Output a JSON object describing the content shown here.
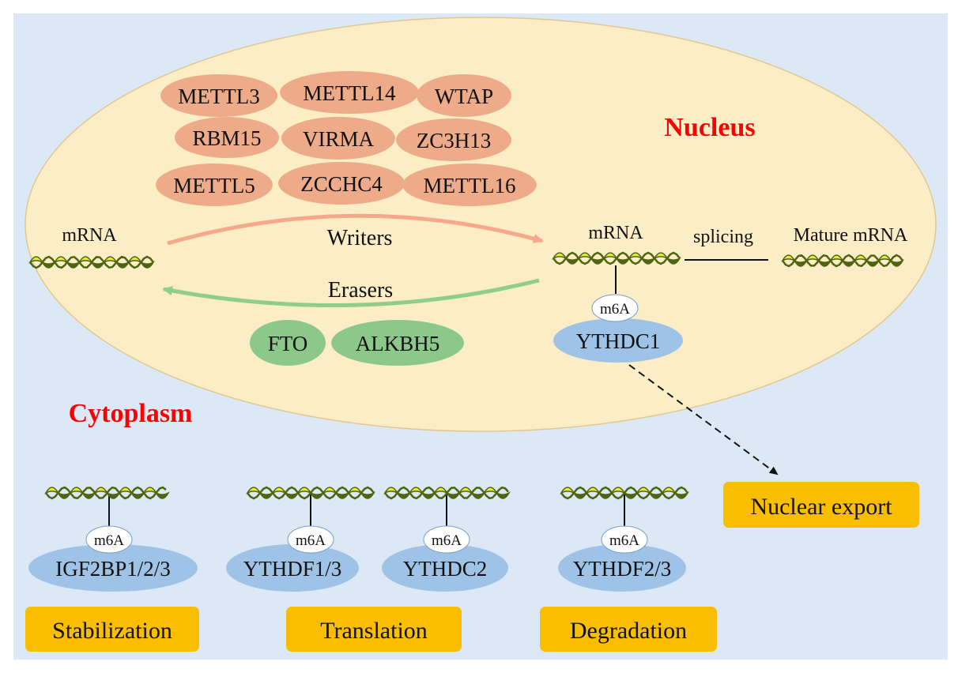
{
  "labels": {
    "nucleus": "Nucleus",
    "cytoplasm": "Cytoplasm",
    "mrna_left": "mRNA",
    "mrna_right": "mRNA",
    "mature_mrna": "Mature mRNA",
    "splicing": "splicing",
    "writers": "Writers",
    "erasers": "Erasers",
    "m6a": "m6A"
  },
  "writer_proteins": [
    "METTL3",
    "METTL14",
    "WTAP",
    "RBM15",
    "VIRMA",
    "ZC3H13",
    "METTL5",
    "ZCCHC4",
    "METTL16"
  ],
  "eraser_proteins": [
    "FTO",
    "ALKBH5"
  ],
  "nuclear_reader": "YTHDC1",
  "cytoplasm_readers": [
    "IGF2BP1/2/3",
    "YTHDF1/3",
    "YTHDC2",
    "YTHDF2/3"
  ],
  "outcomes": {
    "nuclear_export": "Nuclear export",
    "stabilization": "Stabilization",
    "translation": "Translation",
    "degradation": "Degradation"
  },
  "colors": {
    "background": "#dce8f5",
    "nucleus_fill": "#fbedc6",
    "writer_fill": "#eeab8a",
    "eraser_fill": "#8dc88b",
    "reader_fill": "#9ec3e6",
    "outcome_fill": "#f9be00",
    "label_red": "#ff0000",
    "writers_arrow": "#f5a98a",
    "erasers_arrow": "#8fcd8c",
    "rna_dark": "#4f6410",
    "rna_light": "#e3ee3c"
  }
}
